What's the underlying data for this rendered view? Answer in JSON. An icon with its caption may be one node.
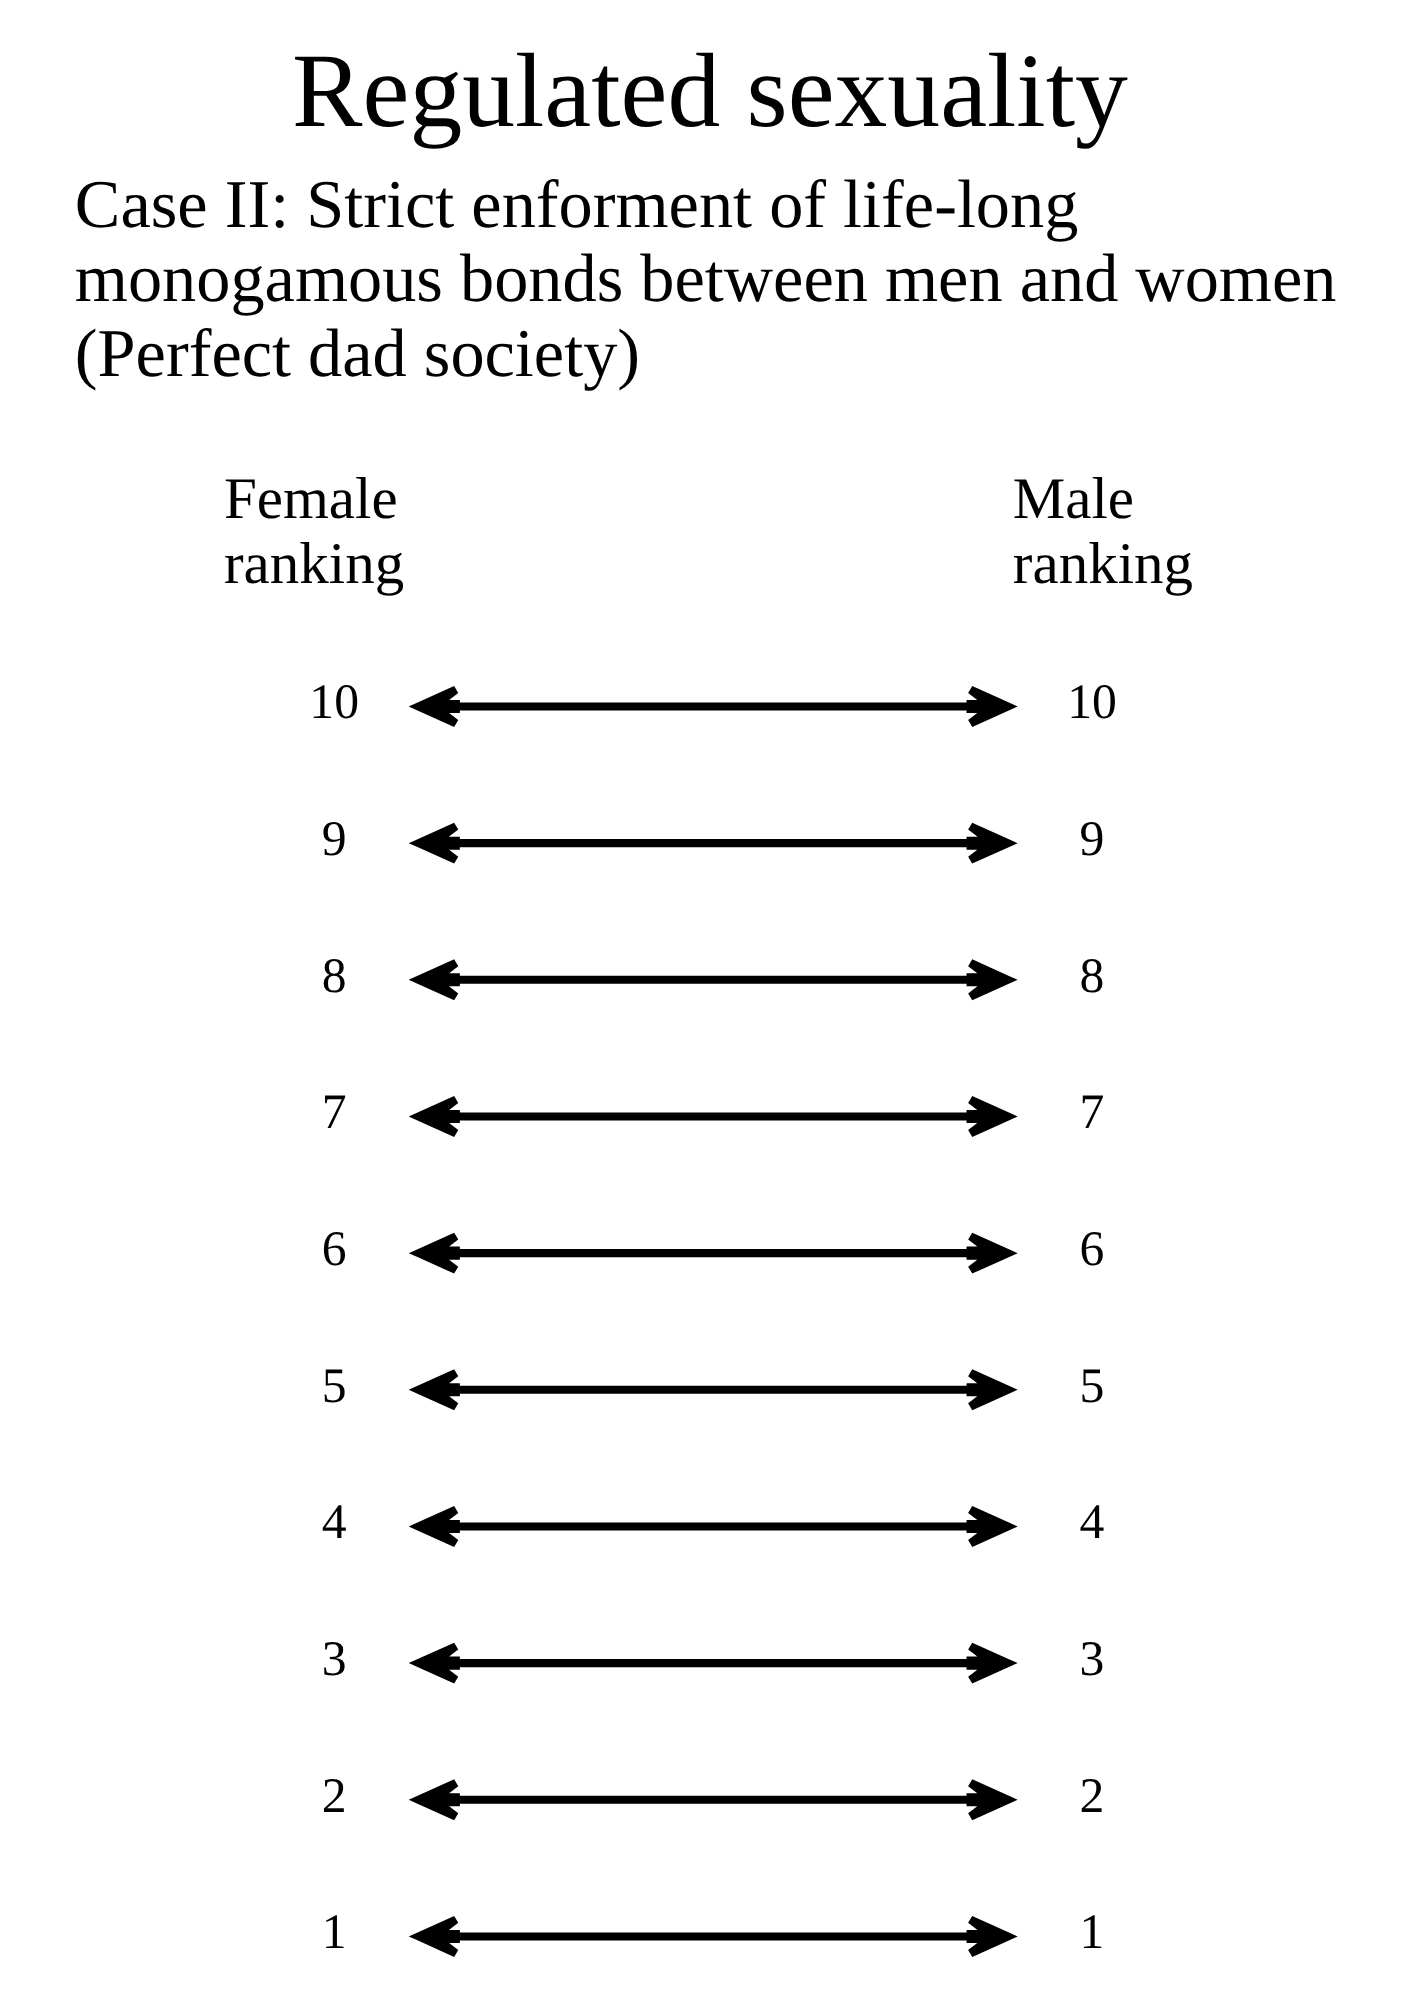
{
  "diagram": {
    "title": "Regulated sexuality",
    "nodes": [
      {
        "text": [
          "10"
        ]
      },
      {
        "text": [
          "10"
        ]
      },
      {
        "text": [
          "9"
        ]
      },
      {
        "text": [
          "9"
        ]
      },
      {
        "text": [
          "8"
        ]
      },
      {
        "text": [
          "8"
        ]
      },
      {
        "text": [
          "7"
        ]
      },
      {
        "text": [
          "7"
        ]
      },
      {
        "text": [
          "6"
        ]
      },
      {
        "text": [
          "6"
        ]
      },
      {
        "text": [
          "5"
        ]
      },
      {
        "text": [
          "5"
        ]
      },
      {
        "text": [
          "4"
        ]
      },
      {
        "text": [
          "4"
        ]
      },
      {
        "text": [
          "3"
        ]
      },
      {
        "text": [
          "3"
        ]
      },
      {
        "text": [
          "2"
        ]
      },
      {
        "text": [
          "2"
        ]
      },
      {
        "text": [
          "1"
        ]
      },
      {
        "text": [
          "1"
        ]
      }
    ],
    "edges": [
      {
        "from": 0,
        "to": 1,
        "arrow": "both"
      },
      {
        "from": 2,
        "to": 3,
        "arrow": "both"
      },
      {
        "from": 4,
        "to": 5,
        "arrow": "both"
      },
      {
        "from": 6,
        "to": 7,
        "arrow": "both"
      },
      {
        "from": 8,
        "to": 9,
        "arrow": "both"
      },
      {
        "from": 10,
        "to": 11,
        "arrow": "both"
      },
      {
        "from": 12,
        "to": 13,
        "arrow": "both"
      },
      {
        "from": 14,
        "to": 15,
        "arrow": "both"
      },
      {
        "from": 16,
        "to": 17,
        "arrow": "both"
      },
      {
        "from": 18,
        "to": 19,
        "arrow": "both"
      }
    ],
    "labels": [
      "Case II: Strict enforment of life-long monogamous bonds between men and women (Perfect dad society)",
      "Female ranking",
      "Male ranking"
    ]
  }
}
